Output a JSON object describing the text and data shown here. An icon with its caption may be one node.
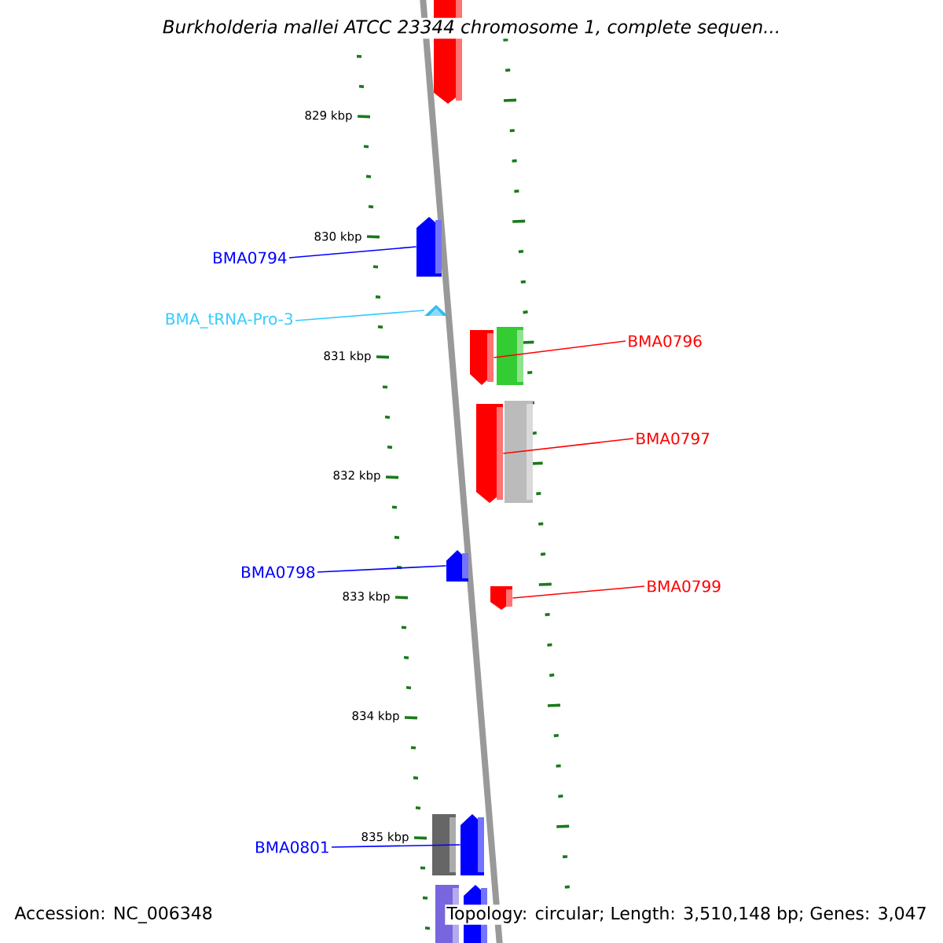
{
  "diagram": {
    "title": "*Burkholderia mallei* ATCC 23344 chromosome 1, complete sequen...",
    "nodes": [
      {
        "text": [],
        "shape": "bar"
      },
      {
        "text": [],
        "shape": "bar"
      },
      {
        "text": [],
        "shape": "bar"
      },
      {
        "text": [],
        "shape": "bar"
      },
      {
        "text": [],
        "shape": "bar"
      },
      {
        "text": [],
        "shape": "bar"
      },
      {
        "text": [],
        "shape": "bar"
      },
      {
        "text": [],
        "shape": "bar"
      },
      {
        "text": [],
        "shape": "bar"
      },
      {
        "text": [],
        "shape": "bar"
      },
      {
        "text": [],
        "shape": "bar"
      },
      {
        "text": [],
        "shape": "bar"
      },
      {
        "text": [],
        "shape": "bar"
      },
      {
        "text": [
          "BMA0794"
        ]
      },
      {
        "text": [
          "BMA_tRNA-Pro-3"
        ]
      },
      {
        "text": [
          "BMA0796"
        ]
      },
      {
        "text": [
          "BMA0797"
        ]
      },
      {
        "text": [
          "BMA0798"
        ]
      },
      {
        "text": [
          "BMA0799"
        ]
      },
      {
        "text": [
          "BMA0801"
        ]
      }
    ],
    "edges": [
      {
        "from": 13,
        "to": 1,
        "arrow": "none",
        "color": "#0000ff"
      },
      {
        "from": 14,
        "to": 2,
        "arrow": "none",
        "color": "#33ccff"
      },
      {
        "from": 15,
        "to": 3,
        "arrow": "none",
        "color": "#ff0000"
      },
      {
        "from": 16,
        "to": 5,
        "arrow": "none",
        "color": "#ff0000"
      },
      {
        "from": 17,
        "to": 7,
        "arrow": "none",
        "color": "#0000ff"
      },
      {
        "from": 18,
        "to": 8,
        "arrow": "none",
        "color": "#ff0000"
      },
      {
        "from": 19,
        "to": 10,
        "arrow": "none",
        "color": "#0000ff"
      }
    ],
    "labels": [
      "829 kbp",
      "830 kbp",
      "831 kbp",
      "832 kbp",
      "833 kbp",
      "834 kbp",
      "835 kbp",
      "Accession: NC_006348",
      "Topology: circular; Length: 3,510,148 bp; Genes: 3,047"
    ]
  }
}
